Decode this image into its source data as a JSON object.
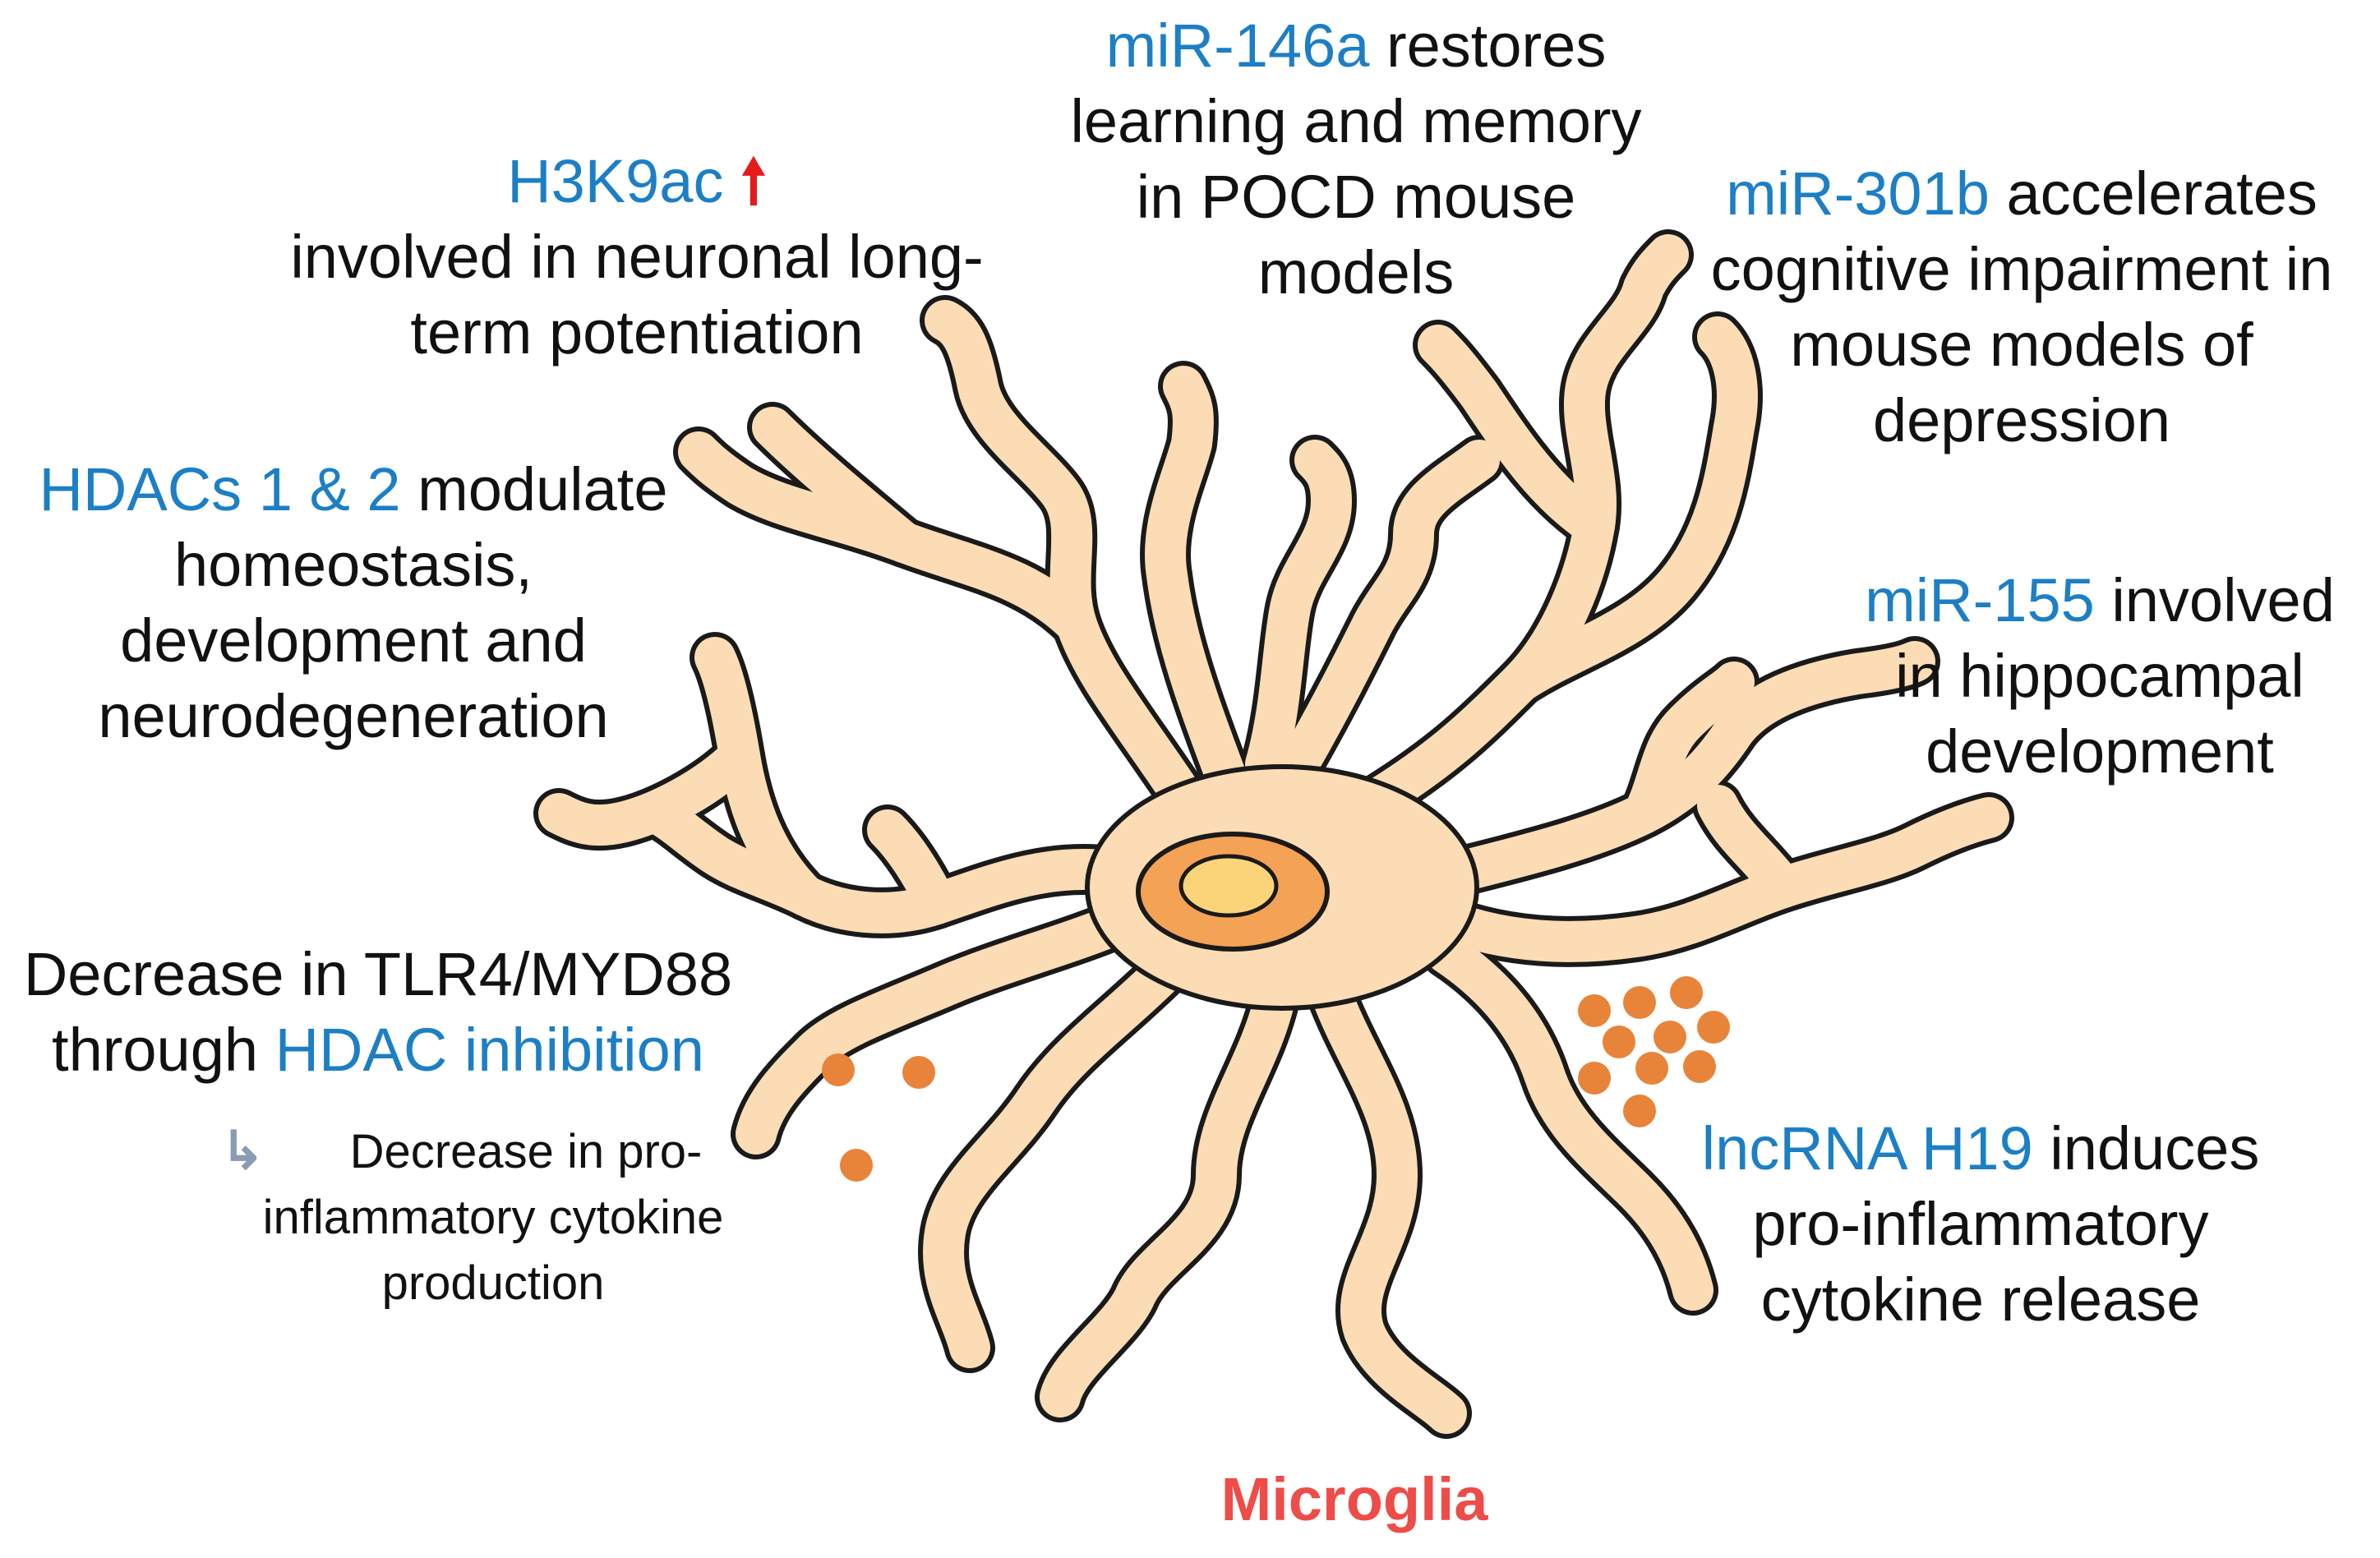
{
  "title": "Microglia",
  "colors": {
    "highlight_blue": "#1c7fc6",
    "title_red": "#ee4c48",
    "arrow_red": "#e51b1b",
    "cell_fill": "#fbdcb4",
    "cell_outline": "#1a1a1a",
    "nucleus_outer": "#f4a256",
    "nucleus_inner": "#fbd47a",
    "vesicle": "#e8843a",
    "bent_arrow": "#8a9bb4"
  },
  "annotations": {
    "h3k9ac": {
      "term": "H3K9ac",
      "arrow_icon": "red-up-arrow",
      "line1": "involved in neuronal long-",
      "line2": "term potentiation"
    },
    "mir146a": {
      "term": "miR-146a",
      "line1_rest": " restores",
      "line2": "learning and memory",
      "line3": "in POCD mouse",
      "line4": "models"
    },
    "mir301b": {
      "term": "miR-301b",
      "line1_rest": " accelerates",
      "line2": "cognitive impairment in",
      "line3": "mouse models of",
      "line4": "depression"
    },
    "hdacs": {
      "term": "HDACs 1 & 2",
      "line1_rest": " modulate",
      "line2": "homeostasis,",
      "line3": "development and",
      "line4": "neurodegeneration"
    },
    "mir155": {
      "term": "miR-155",
      "line1_rest": " involved",
      "line2": "in hippocampal",
      "line3": "development"
    },
    "tlr4": {
      "line1": "Decrease in TLR4/MYD88",
      "line2_pre": "through ",
      "term": "HDAC inhibition"
    },
    "cytokine_production": {
      "arrow_icon": "bent-arrow",
      "line1": "Decrease in pro-",
      "line2": "inflammatory cytokine",
      "line3": "production"
    },
    "lncrna": {
      "term": "lncRNA H19",
      "line1_rest": " induces",
      "line2": "pro-inflammatory",
      "line3": "cytokine release"
    }
  }
}
